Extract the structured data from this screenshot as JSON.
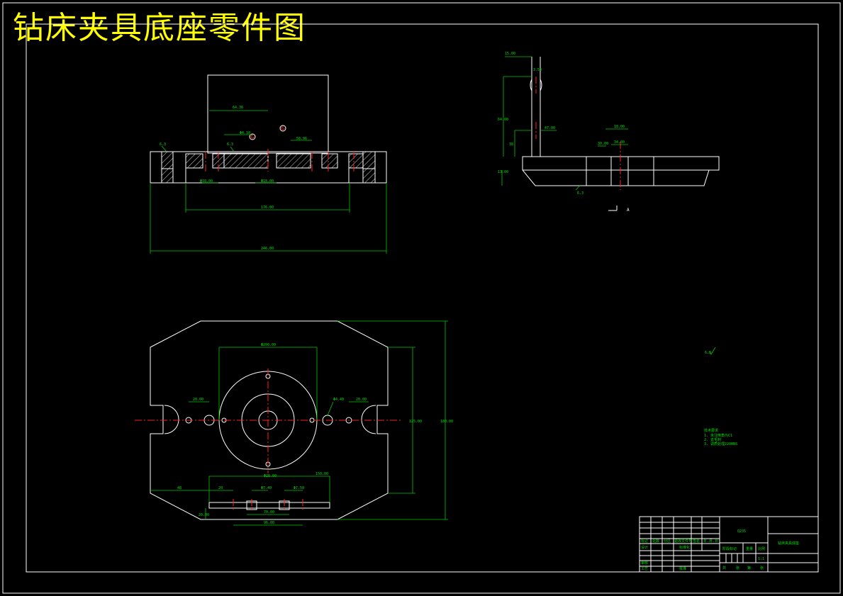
{
  "title": "钻床夹具底座零件图",
  "front_view": {
    "dims": [
      "64.36",
      "Φ4.10",
      "58.96",
      "Φ18.00",
      "Φ18.00",
      "176.00",
      "246.00",
      "6.3",
      "6.3"
    ]
  },
  "side_view": {
    "dims": [
      "15.00",
      "3.50",
      "64.00",
      "47.00",
      "38",
      "18.00",
      "34.00",
      "30.00",
      "13.00",
      "6.3"
    ],
    "section_mark": "A"
  },
  "top_view": {
    "dims": [
      "Φ200.00",
      "20.00",
      "Φ4.40",
      "20.00",
      "125.00",
      "180.00",
      "Φ28.00",
      "48",
      "20",
      "Φ7.40",
      "Φ7.50",
      "20.00",
      "70.00",
      "96.00",
      "150.00"
    ]
  },
  "roughness_note": "6.3",
  "notes": {
    "heading": "技术要求",
    "items": [
      "1. 未注倒角为C1",
      "2. 去毛刺",
      "3. 调质处理220HBS"
    ]
  },
  "title_block": {
    "material": "Q235",
    "part_name": "钻床夹具底座",
    "row_labels": [
      "标记",
      "处数",
      "分区",
      "更改文件号",
      "签名",
      "年.月.日"
    ],
    "design_label": "设计",
    "standardized_label": "标准化",
    "review_label": "审核",
    "process_label": "工艺",
    "approve_label": "批准",
    "stage_label": "阶段标记",
    "weight_label": "重量",
    "scale_label": "比例",
    "scale_value": "1:1",
    "sheet_label": "共",
    "sheet_unit": "张",
    "page_label": "第",
    "page_unit": "张"
  }
}
